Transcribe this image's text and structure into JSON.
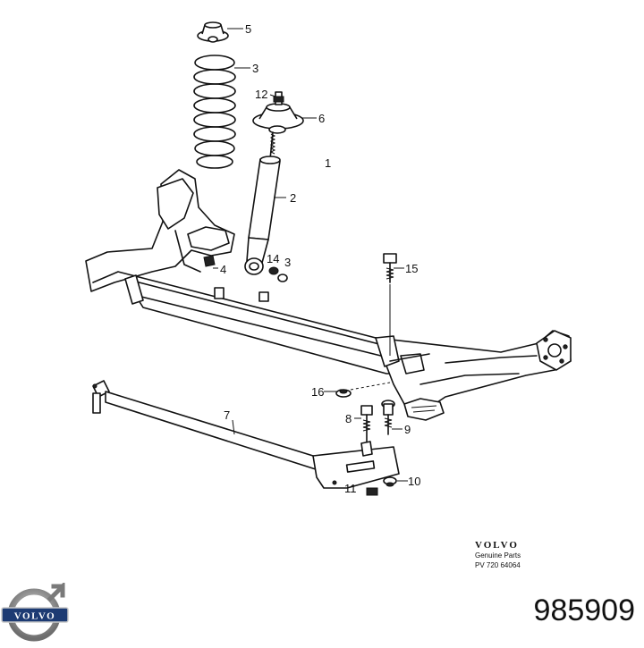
{
  "callouts": [
    {
      "id": "1",
      "label": "1"
    },
    {
      "id": "2",
      "label": "2"
    },
    {
      "id": "3a",
      "label": "3"
    },
    {
      "id": "3b",
      "label": "3"
    },
    {
      "id": "4",
      "label": "4"
    },
    {
      "id": "5",
      "label": "5"
    },
    {
      "id": "6",
      "label": "6"
    },
    {
      "id": "7",
      "label": "7"
    },
    {
      "id": "8",
      "label": "8"
    },
    {
      "id": "9",
      "label": "9"
    },
    {
      "id": "10",
      "label": "10"
    },
    {
      "id": "11",
      "label": "11"
    },
    {
      "id": "12",
      "label": "12"
    },
    {
      "id": "14",
      "label": "14"
    },
    {
      "id": "15",
      "label": "15"
    },
    {
      "id": "16",
      "label": "16"
    }
  ],
  "brand": {
    "name": "VOLVO",
    "subtitle": "Genuine Parts",
    "code": "PV  720 64064"
  },
  "logo_text": "VOLVO",
  "part_number": "985909"
}
